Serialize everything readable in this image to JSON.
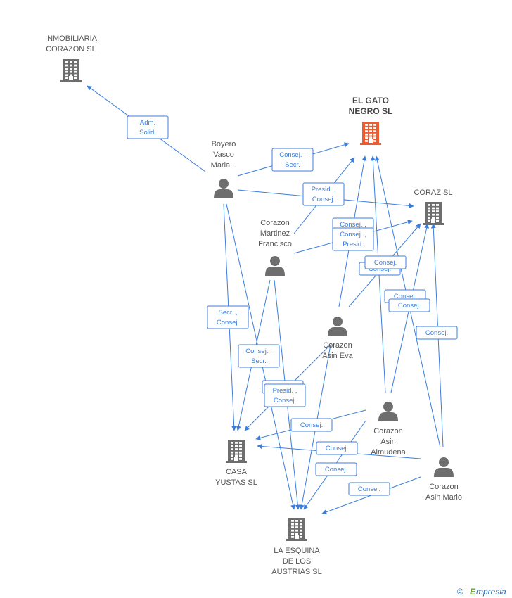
{
  "colors": {
    "edge": "#3b7ddd",
    "building": "#6e6e6e",
    "highlight_building": "#f05a2e",
    "person": "#6e6e6e"
  },
  "nodes": [
    {
      "id": "inmobiliaria",
      "type": "company",
      "icon": "building-icon",
      "label_lines": [
        "INMOBILIARIA",
        "CORAZON SL"
      ]
    },
    {
      "id": "elgato",
      "type": "company",
      "icon": "building-icon",
      "highlight": true,
      "label_lines": [
        "EL GATO",
        "NEGRO SL"
      ]
    },
    {
      "id": "coraz",
      "type": "company",
      "icon": "building-icon",
      "label_lines": [
        "CORAZ SL"
      ]
    },
    {
      "id": "casayustas",
      "type": "company",
      "icon": "building-icon",
      "label_lines": [
        "CASA",
        "YUSTAS SL"
      ]
    },
    {
      "id": "laesquina",
      "type": "company",
      "icon": "building-icon",
      "label_lines": [
        "LA ESQUINA",
        "DE LOS",
        "AUSTRIAS SL"
      ]
    },
    {
      "id": "boyero",
      "type": "person",
      "icon": "person-icon",
      "label_lines": [
        "Boyero",
        "Vasco",
        "Maria..."
      ]
    },
    {
      "id": "martinez",
      "type": "person",
      "icon": "person-icon",
      "label_lines": [
        "Corazon",
        "Martinez",
        "Francisco"
      ]
    },
    {
      "id": "eva",
      "type": "person",
      "icon": "person-icon",
      "label_lines": [
        "Corazon",
        "Asin Eva"
      ]
    },
    {
      "id": "almudena",
      "type": "person",
      "icon": "person-icon",
      "label_lines": [
        "Corazon",
        "Asin",
        "Almudena"
      ]
    },
    {
      "id": "mario",
      "type": "person",
      "icon": "person-icon",
      "label_lines": [
        "Corazon",
        "Asin Mario"
      ]
    }
  ],
  "edges": [
    {
      "id": "e1",
      "from": "boyero",
      "to": "inmobiliaria",
      "label_lines": [
        "Adm.",
        "Solid."
      ]
    },
    {
      "id": "e2",
      "from": "boyero",
      "to": "elgato",
      "label_lines": [
        "Consej. ,",
        "Secr."
      ]
    },
    {
      "id": "e3",
      "from": "boyero",
      "to": "coraz",
      "label_lines": [
        "Presid. ,",
        "Consej."
      ]
    },
    {
      "id": "e4",
      "from": "boyero",
      "to": "casayustas",
      "label_lines": [
        "Secr. ,",
        "Consej."
      ]
    },
    {
      "id": "e5",
      "from": "boyero",
      "to": "laesquina",
      "label_lines": [
        "Consej. ,",
        "Secr."
      ]
    },
    {
      "id": "e6",
      "from": "martinez",
      "to": "elgato",
      "label_lines": [
        "Consej. ,",
        "Consej. ,"
      ]
    },
    {
      "id": "e7",
      "from": "martinez",
      "to": "coraz",
      "label_lines": [
        "Consej. ,",
        "Presid."
      ]
    },
    {
      "id": "e8",
      "from": "martinez",
      "to": "casayustas",
      "label_lines": [
        "Consej. ,"
      ]
    },
    {
      "id": "e9",
      "from": "martinez",
      "to": "laesquina",
      "label_lines": [
        "Presid. ,",
        "Consej."
      ]
    },
    {
      "id": "e10",
      "from": "eva",
      "to": "elgato",
      "label_lines": []
    },
    {
      "id": "e11",
      "from": "eva",
      "to": "coraz",
      "label_lines": [
        "Consej."
      ]
    },
    {
      "id": "e12",
      "from": "eva",
      "to": "casayustas",
      "label_lines": []
    },
    {
      "id": "e13",
      "from": "eva",
      "to": "laesquina",
      "label_lines": []
    },
    {
      "id": "e14",
      "from": "almudena",
      "to": "elgato",
      "label_lines": [
        "Consej."
      ]
    },
    {
      "id": "e15",
      "from": "almudena",
      "to": "coraz",
      "label_lines": [
        "Consej."
      ]
    },
    {
      "id": "e16",
      "from": "almudena",
      "to": "casayustas",
      "label_lines": [
        "Consej."
      ]
    },
    {
      "id": "e17",
      "from": "almudena",
      "to": "laesquina",
      "label_lines": [
        "Consej."
      ]
    },
    {
      "id": "e18",
      "from": "mario",
      "to": "elgato",
      "label_lines": [
        "Consej."
      ]
    },
    {
      "id": "e19",
      "from": "mario",
      "to": "coraz",
      "label_lines": [
        "Consej."
      ]
    },
    {
      "id": "e20",
      "from": "mario",
      "to": "casayustas",
      "label_lines": [
        "Consej."
      ]
    },
    {
      "id": "e21",
      "from": "mario",
      "to": "laesquina",
      "label_lines": [
        "Consej."
      ]
    }
  ],
  "watermark": {
    "copyright": "©",
    "brand_first": "E",
    "brand_rest": "mpresia"
  }
}
